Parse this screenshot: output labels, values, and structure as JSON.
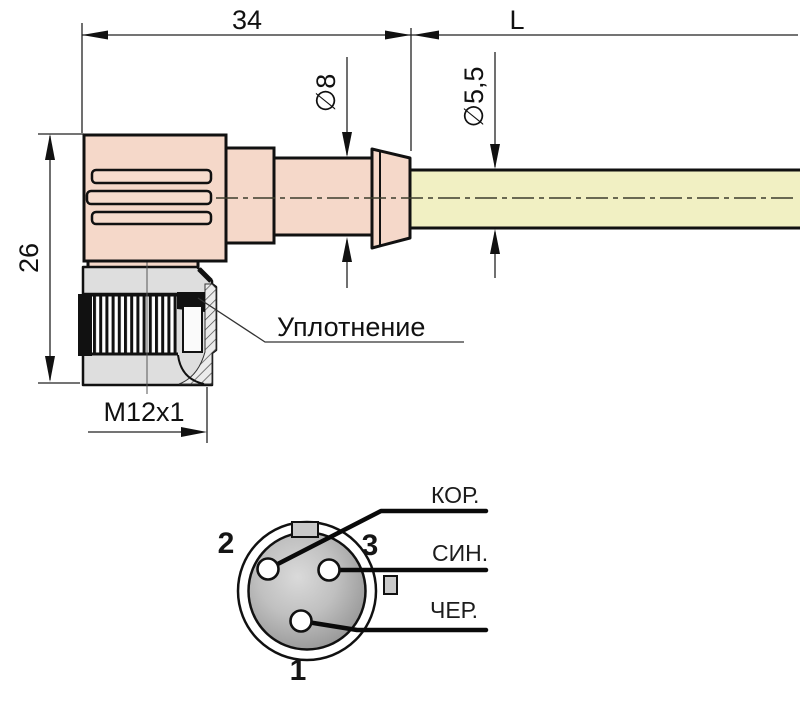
{
  "drawing": {
    "dim_34": "34",
    "dim_L": "L",
    "dim_dia8": "∅8",
    "dim_dia55": "∅5,5",
    "dim_26": "26",
    "thread_label": "M12x1",
    "seal_label": "Уплотнение"
  },
  "pinout": {
    "pin_1": "1",
    "pin_2": "2",
    "pin_3": "3",
    "wire_top": "КОР.",
    "wire_middle": "СИН.",
    "wire_bottom": "ЧЕР."
  },
  "colors": {
    "connector_body": "#f5d8c9",
    "cable": "#f1f0c3",
    "nut": "#dedede",
    "outline": "#1a1a1a"
  }
}
